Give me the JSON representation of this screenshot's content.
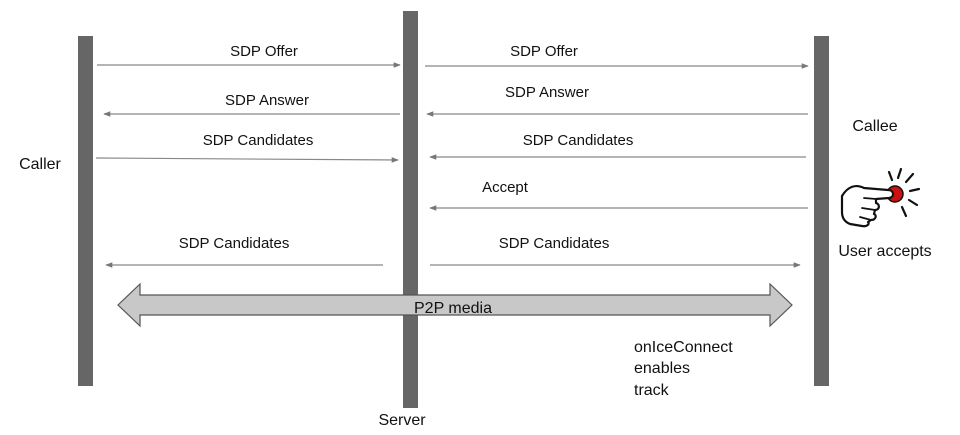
{
  "participants": {
    "caller": "Caller",
    "server": "Server",
    "callee": "Callee"
  },
  "messages": {
    "offer_caller_server": "SDP Offer",
    "offer_server_callee": "SDP Offer",
    "answer_server_caller": "SDP Answer",
    "answer_callee_server": "SDP Answer",
    "candidates_caller_server": "SDP Candidates",
    "candidates_callee_server": "SDP Candidates",
    "accept_callee_server": "Accept",
    "candidates_server_caller": "SDP Candidates",
    "candidates_server_callee": "SDP Candidates"
  },
  "media": {
    "label": "P2P media"
  },
  "notes": {
    "user_accepts": "User accepts",
    "on_ice_line1": "onIceConnect",
    "on_ice_line2": "enables",
    "on_ice_line3": "track"
  },
  "icons": {
    "touch": "hand-pressing-button-icon"
  },
  "colors": {
    "lifeline": "#666666",
    "arrow": "#888888",
    "media_fill": "#c8c8c8",
    "media_stroke": "#555555",
    "button_red": "#cc1111"
  }
}
